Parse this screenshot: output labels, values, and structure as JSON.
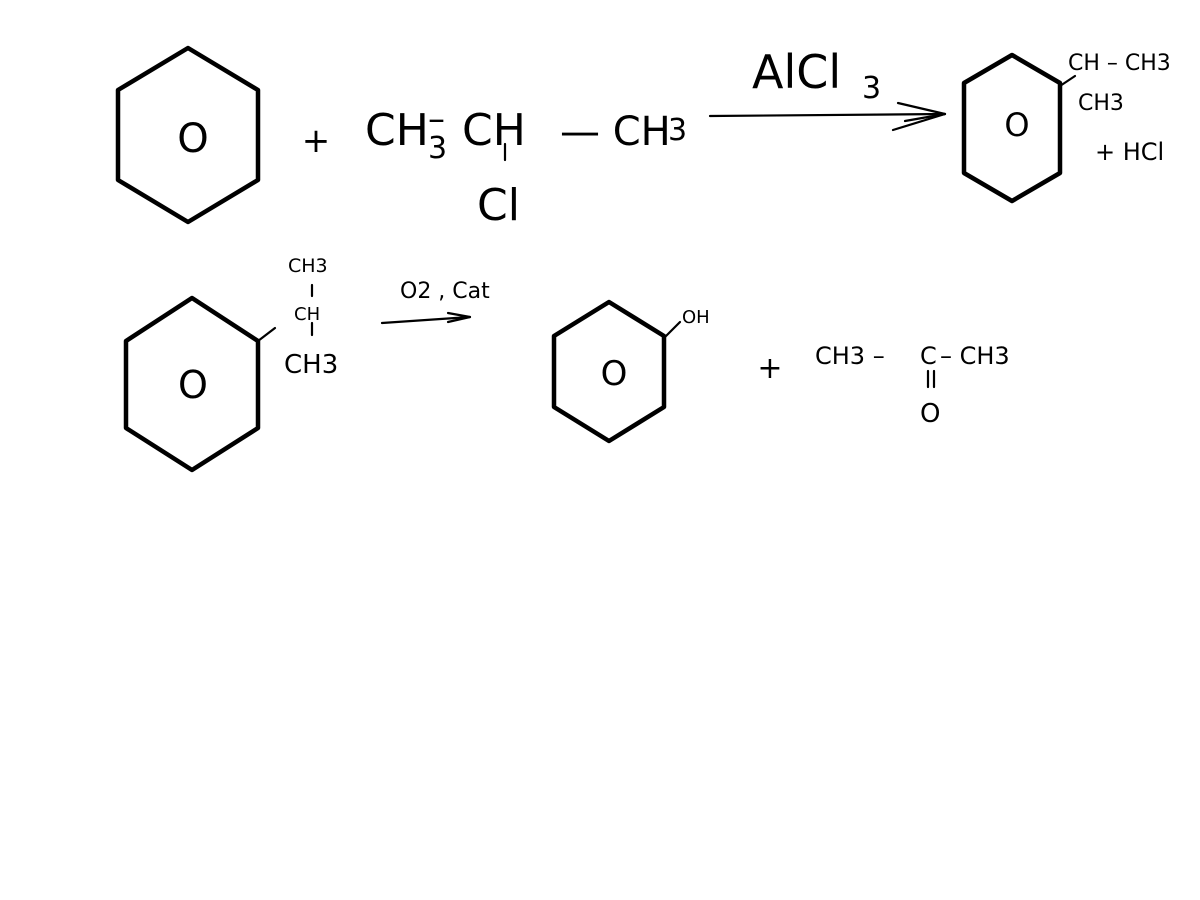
{
  "reaction1": {
    "reactant_ring_label": "O",
    "plus1": "+",
    "chain_main": "CH",
    "chain_sub": "3",
    "chain_bond": "–",
    "chain_mid": "CH",
    "chain_tail": "— CH",
    "chain_tail_sub": "3",
    "chain_branch": "Cl",
    "catalyst": "AlCl",
    "catalyst_sub": "3",
    "product_ring_label": "O",
    "product_top": "CH – CH3",
    "product_bottom": "CH3",
    "byproduct": "+ HCl"
  },
  "reaction2": {
    "reactant_ring_label": "O",
    "sub_top": "CH3",
    "sub_mid": "CH",
    "sub_bottom": "CH3",
    "conditions": "O2 , Cat",
    "product_ring_label": "O",
    "product_group": "OH",
    "plus": "+",
    "acetone_left": "CH3 –",
    "acetone_center": "C",
    "acetone_right": "– CH3",
    "acetone_oxygen": "O"
  }
}
